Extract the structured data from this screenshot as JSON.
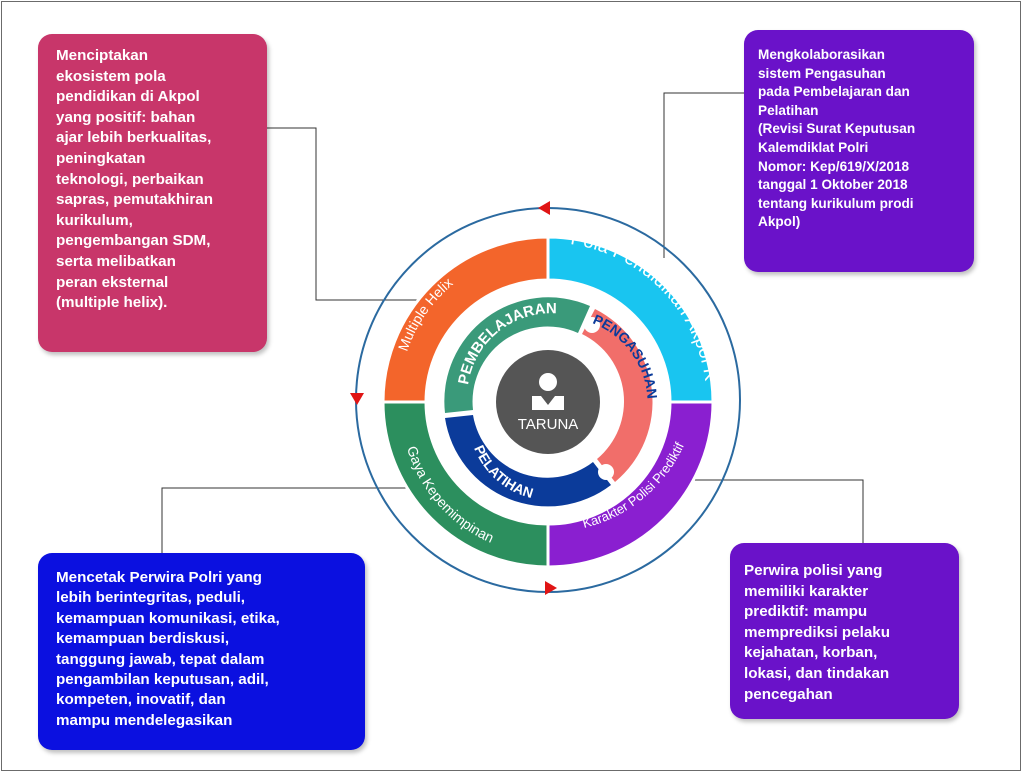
{
  "boxes": {
    "top_left": "Menciptakan\nekosistem pola\npendidikan di Akpol\nyang positif: bahan\najar lebih berkualitas,\npeningkatan\nteknologi, perbaikan\nsapras, pemutakhiran\nkurikulum,\npengembangan SDM,\nserta melibatkan\nperan eksternal\n(multiple helix).",
    "top_right": "Mengkolaborasikan\nsistem Pengasuhan\npada Pembelajaran dan\nPelatihan\n(Revisi Surat Keputusan\nKalemdiklat Polri\nNomor: Kep/619/X/2018\ntanggal 1 Oktober 2018\ntentang kurikulum prodi\nAkpol)",
    "bottom_left": "Mencetak Perwira Polri yang\nlebih berintegritas, peduli,\nkemampuan komunikasi, etika,\nkemampuan berdiskusi,\ntanggung jawab, tepat dalam\npengambilan keputusan, adil,\nkompeten, inovatif, dan\nmampu mendelegasikan",
    "bottom_right": "Perwira polisi yang\nmemiliki karakter\nprediktif: mampu\nmemprediksi pelaku\nkejahatan, korban,\nlokasi, dan tindakan\npencegahan"
  },
  "outer_ring": {
    "multiple_helix": "Multiple Helix",
    "pola_pendidikan": "Pola Pendidikan Akpol Kolaboratif",
    "karakter_polisi": "Karakter Polisi Prediktif",
    "gaya_kepemimpinan": "Gaya Kepemimpinan"
  },
  "inner_ring": {
    "pembelajaran": "PEMBELAJARAN",
    "pengasuhan": "PENGASUHAN",
    "pelatihan": "PELATIHAN"
  },
  "center": {
    "label": "TARUNA",
    "icon": "person-icon"
  },
  "colors": {
    "box_top_left": "#c8366a",
    "box_top_right": "#6a12c9",
    "box_bottom_left": "#0b10e0",
    "box_bottom_right": "#6a12c9",
    "seg_multiple_helix": "#f3652b",
    "seg_pola_pendidikan": "#19c5f0",
    "seg_karakter": "#8a1fd0",
    "seg_gaya": "#2c8f5e",
    "inner_pembelajaran": "#3a9a7a",
    "inner_pengasuhan": "#f16e6a",
    "inner_pelatihan": "#0b3b9a",
    "center": "#555555",
    "arrow": "#e01515"
  }
}
